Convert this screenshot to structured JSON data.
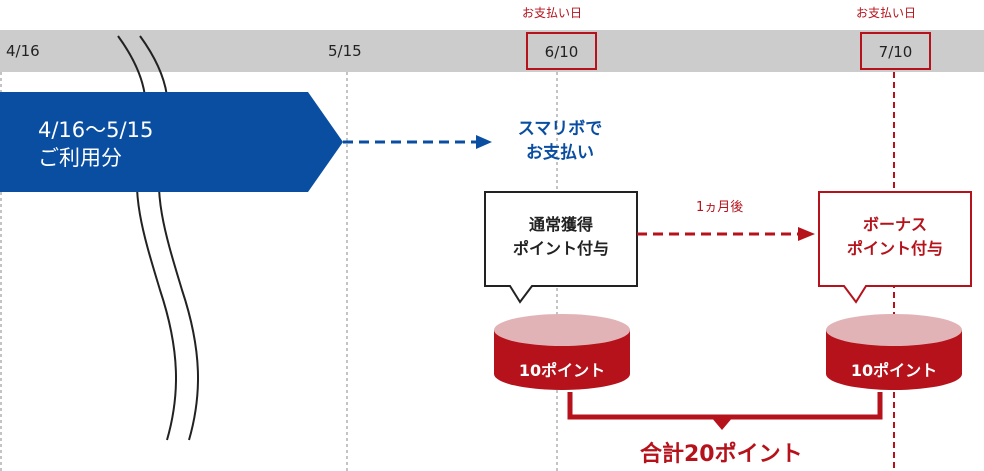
{
  "timeline": {
    "dates": [
      "4/16",
      "5/15",
      "6/10",
      "7/10"
    ],
    "payment_day_label": "お支払い日"
  },
  "usage": {
    "period": "4/16〜5/15",
    "label": "ご利用分"
  },
  "payment_method": {
    "line1": "スマリボで",
    "line2": "お支払い"
  },
  "normal_points": {
    "line1": "通常獲得",
    "line2": "ポイント付与",
    "amount": "10ポイント"
  },
  "delay_label": "1ヵ月後",
  "bonus_points": {
    "line1": "ボーナス",
    "line2": "ポイント付与",
    "amount": "10ポイント"
  },
  "total": "合計20ポイント",
  "colors": {
    "band": "#cccccc",
    "usage_blue": "#0a4ea2",
    "accent_red": "#b5121b",
    "cylinder_top": "#e2b3b6"
  }
}
